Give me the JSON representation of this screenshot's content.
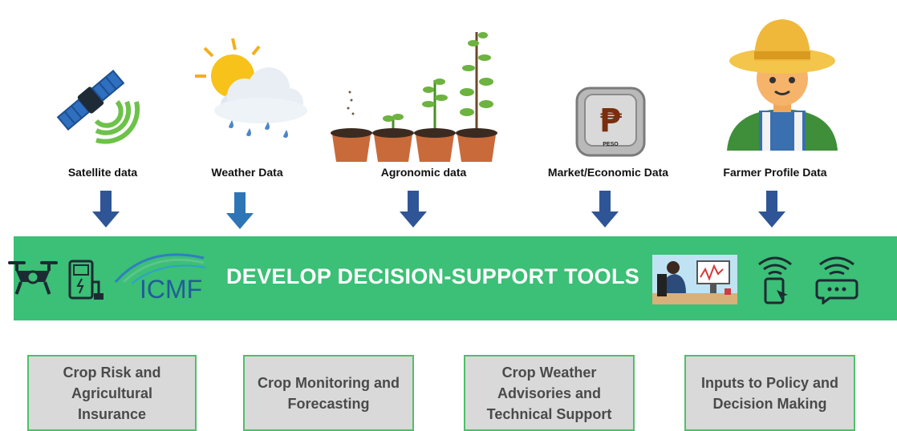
{
  "sources": [
    {
      "label": "Satellite data",
      "icon": "satellite-icon"
    },
    {
      "label": "Weather Data",
      "icon": "weather-cloud-sun-rain-icon"
    },
    {
      "label": "Agronomic data",
      "icon": "plant-growth-pots-icon"
    },
    {
      "label": "Market/Economic Data",
      "icon": "peso-coin-icon",
      "icon_text": "PESO"
    },
    {
      "label": "Farmer Profile Data",
      "icon": "farmer-avatar-icon"
    }
  ],
  "banner": {
    "title": "DEVELOP DECISION-SUPPORT TOOLS",
    "color": "#3cbf76",
    "logo_text": "ICMF",
    "icons": [
      "drone-icon",
      "device-plug-icon",
      "icmf-logo",
      "computer-analyst-icon",
      "phone-wifi-icon",
      "chat-wifi-icon"
    ]
  },
  "outputs": [
    {
      "label": "Crop Risk and\nAgricultural\nInsurance"
    },
    {
      "label": "Crop Monitoring and\nForecasting"
    },
    {
      "label": "Crop Weather\nAdvisories and\nTechnical  Support"
    },
    {
      "label": "Inputs to Policy and\nDecision Making"
    }
  ],
  "colors": {
    "arrow": "#2f5597",
    "box_border": "#4fbf6a",
    "box_fill": "#d9d9d9"
  }
}
